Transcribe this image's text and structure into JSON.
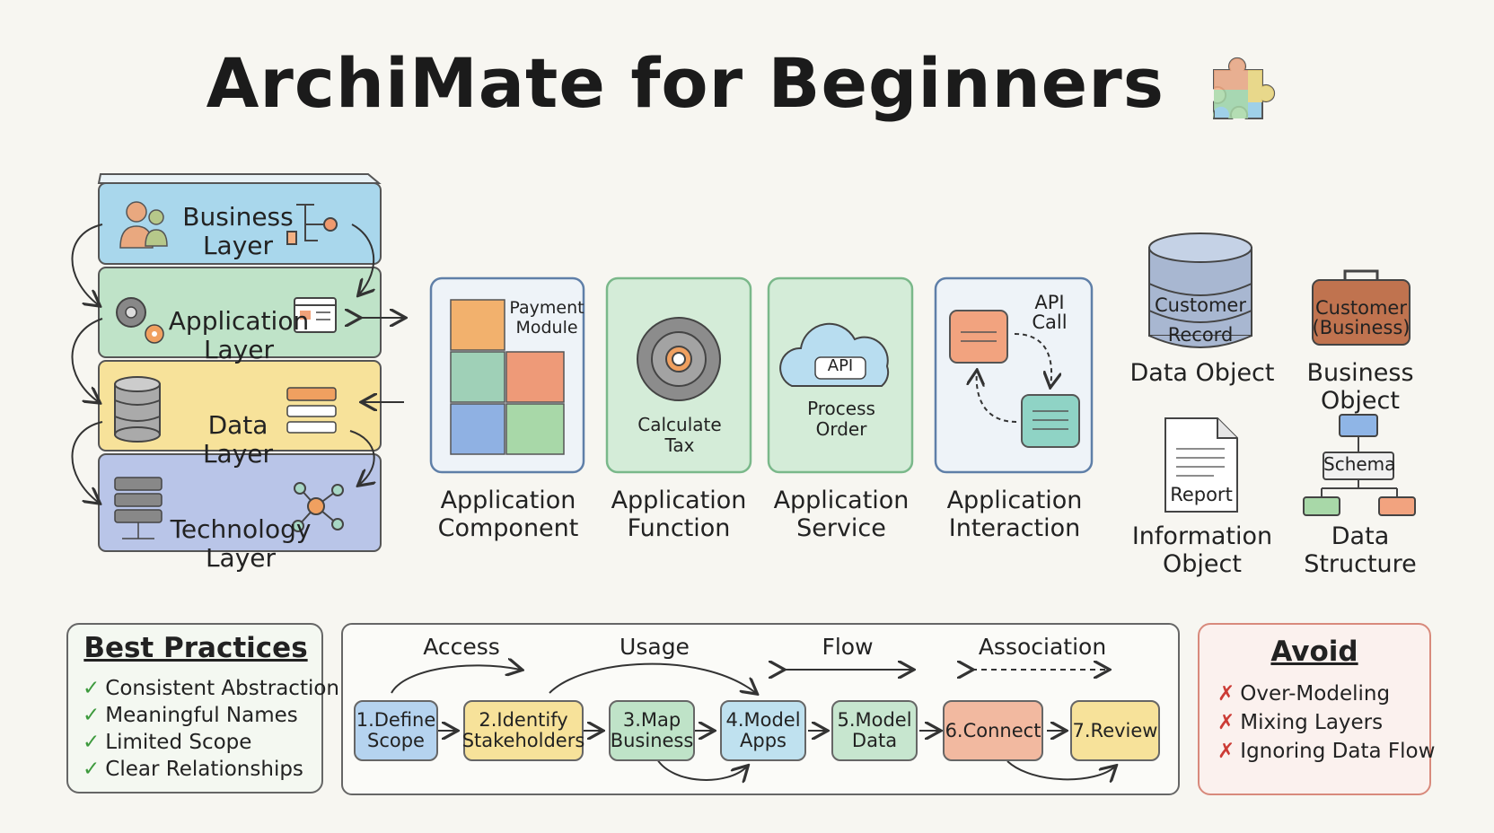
{
  "title": "ArchiMate for Beginners",
  "icons": {
    "title_icon": "puzzle-icon"
  },
  "colors": {
    "business": "#a9d7ec",
    "application": "#bfe3c8",
    "data": "#f7e29a",
    "technology": "#b9c5e8",
    "avoid_border": "#d88a7c",
    "check": "#3d9a3d",
    "cross": "#cc3b35"
  },
  "layers": [
    {
      "line1": "Business",
      "line2": "Layer",
      "icon": "people-icon"
    },
    {
      "line1": "Application",
      "line2": "Layer",
      "icon": "gear-icon"
    },
    {
      "line1": "Data",
      "line2": "Layer",
      "icon": "database-icon"
    },
    {
      "line1": "Technology",
      "line2": "Layer",
      "icon": "server-icon"
    }
  ],
  "app_elements": [
    {
      "inner1": "Payment",
      "inner2": "Module",
      "cap1": "Application",
      "cap2": "Component"
    },
    {
      "inner1": "Calculate",
      "inner2": "Tax",
      "cap1": "Application",
      "cap2": "Function"
    },
    {
      "inner0": "API",
      "inner1": "Process",
      "inner2": "Order",
      "cap1": "Application",
      "cap2": "Service"
    },
    {
      "inner1": "API",
      "inner2": "Call",
      "cap1": "Application",
      "cap2": "Interaction"
    }
  ],
  "objects": {
    "data_object": {
      "inner1": "Customer",
      "inner2": "Record",
      "caption": "Data Object"
    },
    "business_object": {
      "inner1": "Customer",
      "inner2": "(Business)",
      "caption": "Business Object"
    },
    "information_object": {
      "inner": "Report",
      "cap1": "Information",
      "cap2": "Object"
    },
    "data_structure": {
      "inner": "Schema",
      "cap1": "Data",
      "cap2": "Structure"
    }
  },
  "best_practices": {
    "title": "Best Practices",
    "items": [
      "Consistent Abstraction",
      "Meaningful Names",
      "Limited Scope",
      "Clear Relationships"
    ]
  },
  "process": {
    "relations": [
      "Access",
      "Usage",
      "Flow",
      "Association"
    ],
    "steps": [
      {
        "line1": "1.Define",
        "line2": "Scope"
      },
      {
        "line1": "2.Identify",
        "line2": "Stakeholders"
      },
      {
        "line1": "3.Map",
        "line2": "Business"
      },
      {
        "line1": "4.Model",
        "line2": "Apps"
      },
      {
        "line1": "5.Model",
        "line2": "Data"
      },
      {
        "line1": "6.Connect",
        "line2": ""
      },
      {
        "line1": "7.Review",
        "line2": ""
      }
    ]
  },
  "avoid": {
    "title": "Avoid",
    "items": [
      "Over-Modeling",
      "Mixing Layers",
      "Ignoring Data Flow"
    ]
  }
}
